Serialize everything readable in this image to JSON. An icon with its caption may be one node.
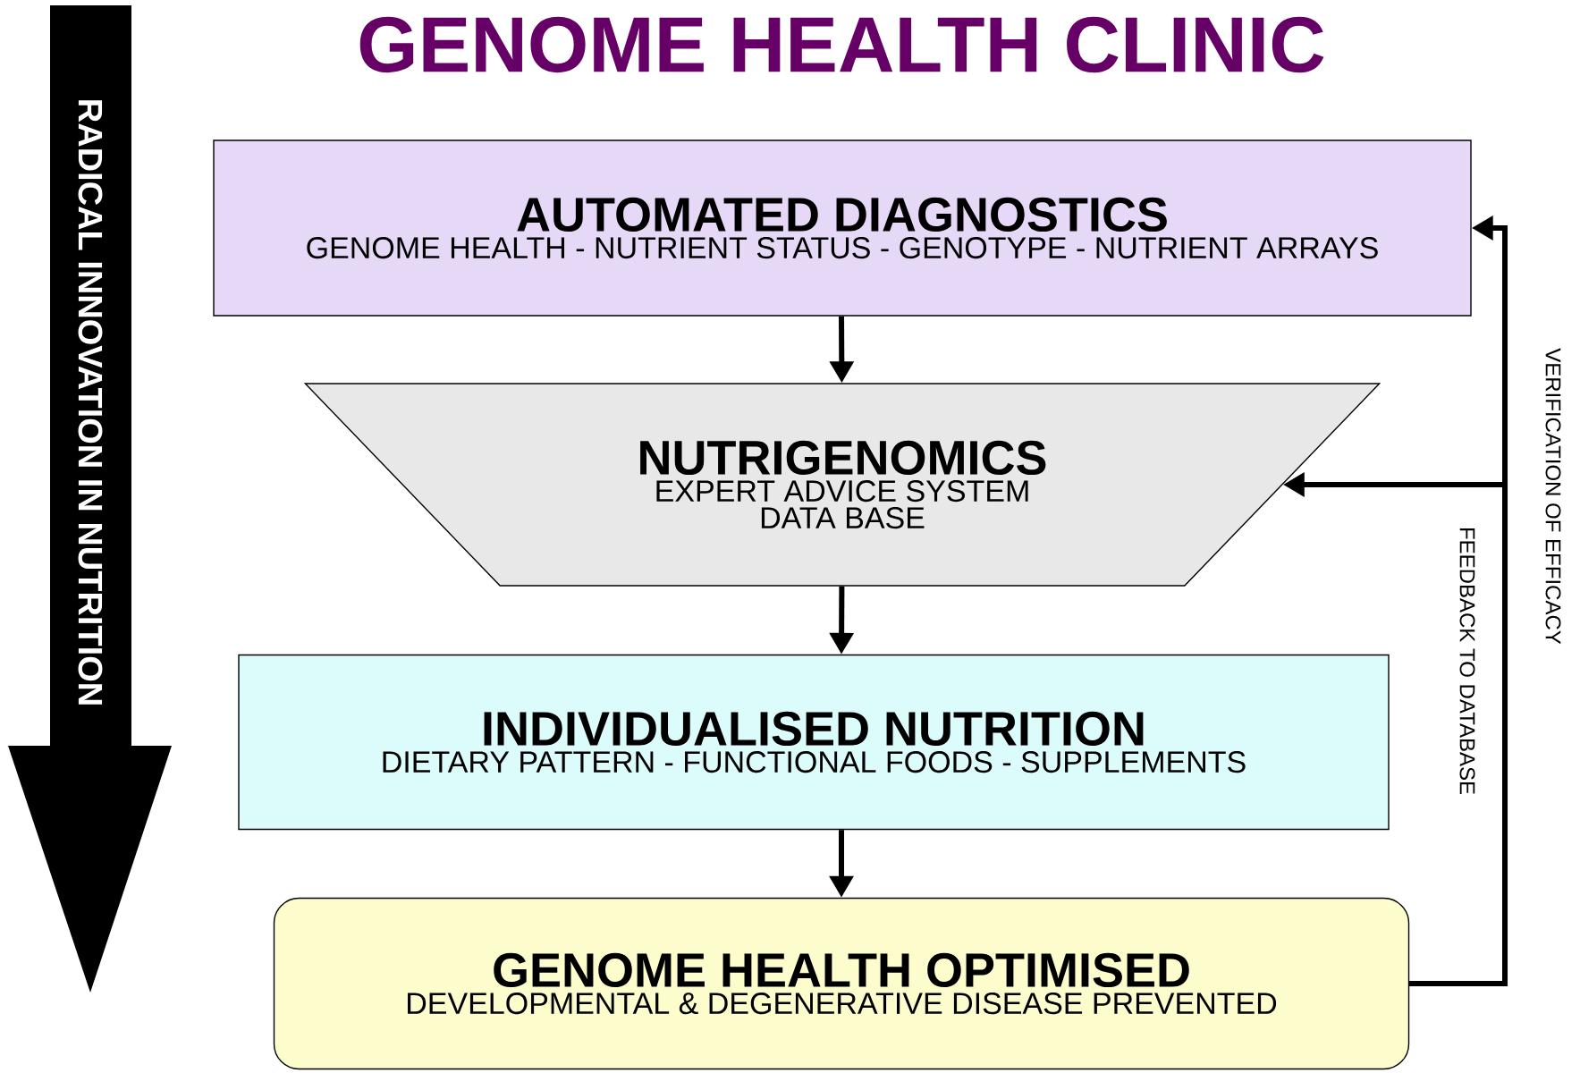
{
  "diagram": {
    "title": "GENOME HEALTH CLINIC",
    "nodes": [
      {
        "text": [
          "AUTOMATED DIAGNOSTICS",
          "GENOME HEALTH - NUTRIENT STATUS - GENOTYPE - NUTRIENT ARRAYS"
        ]
      },
      {
        "text": [
          "NUTRIGENOMICS",
          "EXPERT ADVICE SYSTEM",
          "DATA BASE"
        ]
      },
      {
        "text": [
          "INDIVIDUALISED NUTRITION",
          "DIETARY PATTERN - FUNCTIONAL FOODS - SUPPLEMENTS"
        ]
      },
      {
        "text": [
          "GENOME HEALTH OPTIMISED",
          "DEVELOPMENTAL & DEGENERATIVE DISEASE PREVENTED"
        ]
      }
    ],
    "edges": [
      {
        "from": 0,
        "to": 1,
        "arrow": "to"
      },
      {
        "from": 1,
        "to": 2,
        "arrow": "to"
      },
      {
        "from": 2,
        "to": 3,
        "arrow": "to"
      },
      {
        "from": 3,
        "to": 0,
        "arrow": "to",
        "label": "VERIFICATION OF EFFICACY"
      },
      {
        "from": 3,
        "to": 1,
        "arrow": "to",
        "label": "FEEDBACK TO DATABASE"
      }
    ],
    "labels": [
      "RADICAL INNOVATION IN NUTRITION"
    ]
  }
}
